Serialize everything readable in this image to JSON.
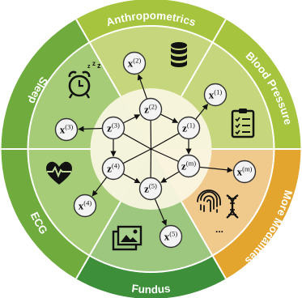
{
  "diagram": {
    "modalities": [
      {
        "id": "anthropometrics",
        "label": "Anthropometrics",
        "icon": "database-icon",
        "color": "#c6d67c",
        "ring_color": "#a6c43e"
      },
      {
        "id": "blood-pressure",
        "label": "Blood Pressure",
        "icon": "clipboard-checklist-icon",
        "color": "#c6d67c",
        "ring_color": "#a6c43e"
      },
      {
        "id": "more-modalities",
        "label": "More Modalities",
        "icon": "fingerprint-dna-icon",
        "extra": "...",
        "color": "#efca8c",
        "ring_color": "#e4a52e"
      },
      {
        "id": "fundus",
        "label": "Fundus",
        "icon": "image-gallery-icon",
        "color": "#9dc77f",
        "ring_color": "#3e8f3a"
      },
      {
        "id": "ecg",
        "label": "ECG",
        "icon": "heartbeat-icon",
        "color": "#a7cc77",
        "ring_color": "#6fac3d"
      },
      {
        "id": "sleep",
        "label": "Sleep",
        "icon": "alarm-clock-zzz-icon",
        "color": "#a7cc77",
        "ring_color": "#6fac3d"
      }
    ],
    "latent_nodes": [
      {
        "id": "z2",
        "base": "z",
        "sup": "(2)"
      },
      {
        "id": "z1",
        "base": "z",
        "sup": "(1)"
      },
      {
        "id": "zm",
        "base": "z",
        "sup": "(m)"
      },
      {
        "id": "z5",
        "base": "z",
        "sup": "(5)"
      },
      {
        "id": "z4",
        "base": "z",
        "sup": "(4)"
      },
      {
        "id": "z3",
        "base": "z",
        "sup": "(3)"
      }
    ],
    "observed_nodes": [
      {
        "id": "x2",
        "base": "x",
        "sup": "(2)"
      },
      {
        "id": "x1",
        "base": "x",
        "sup": "(1)"
      },
      {
        "id": "xm",
        "base": "x",
        "sup": "(m)"
      },
      {
        "id": "x5",
        "base": "x",
        "sup": "(5)"
      },
      {
        "id": "x4",
        "base": "x",
        "sup": "(4)"
      },
      {
        "id": "x3",
        "base": "x",
        "sup": "(3)"
      }
    ],
    "colors": {
      "center": "#fbf6e4",
      "node_fill": "#f4f4f4",
      "node_stroke": "#333333",
      "divider": "#ffffff",
      "icon": "#111111"
    }
  }
}
